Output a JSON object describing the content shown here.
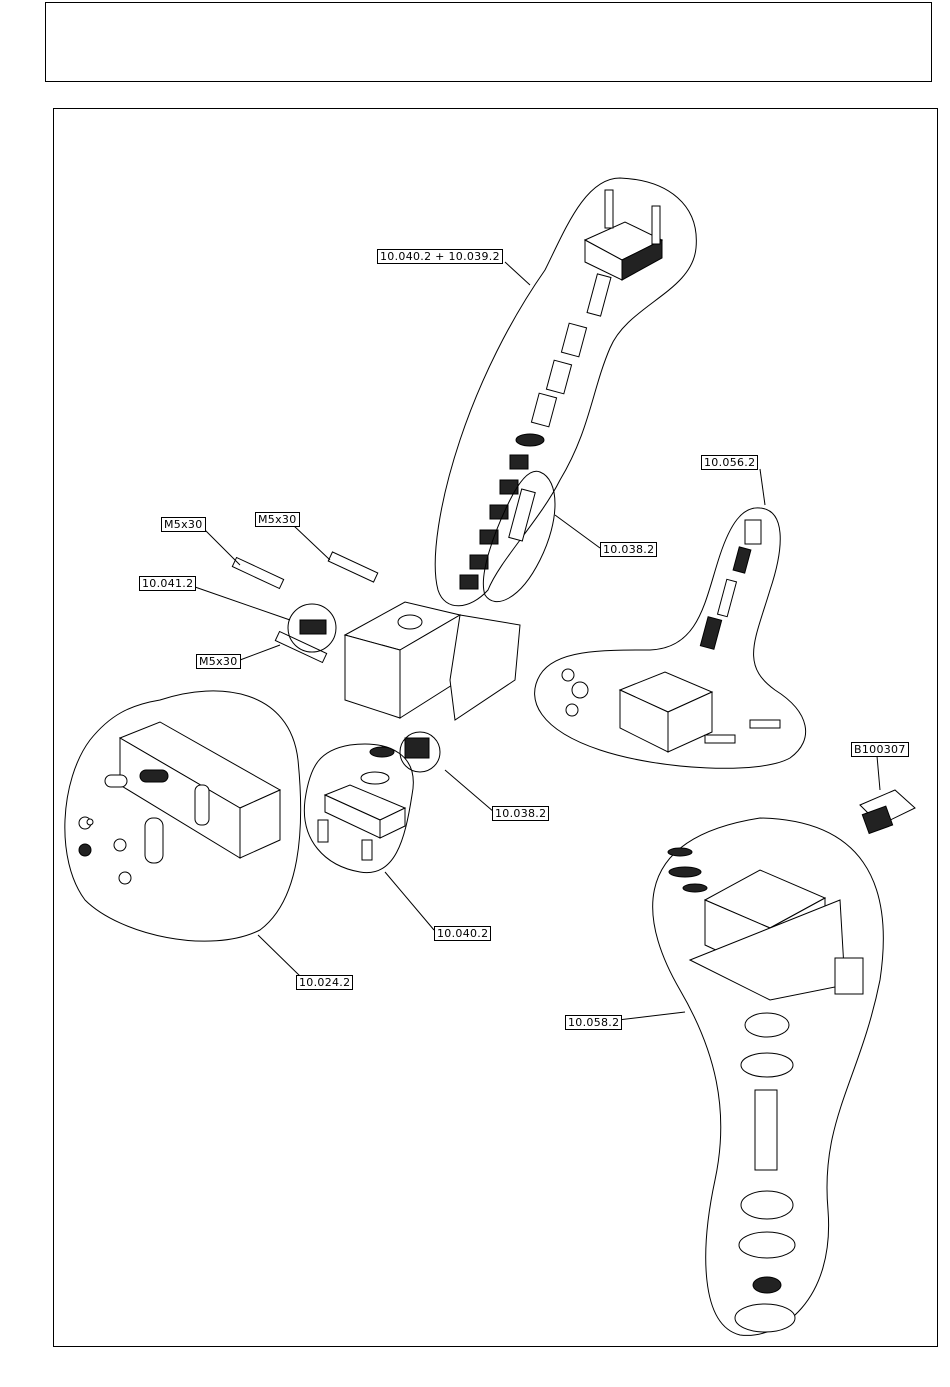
{
  "labels": {
    "l1": "10.040.2  +  10.039.2",
    "l2": "10.056.2",
    "l3": "10.038.2",
    "l4": "M5x30",
    "l5": "M5x30",
    "l6": "10.041.2",
    "l7": "M5x30",
    "l8": "B100307",
    "l9": "10.038.2",
    "l10": "10.040.2",
    "l11": "10.024.2",
    "l12": "10.058.2"
  }
}
